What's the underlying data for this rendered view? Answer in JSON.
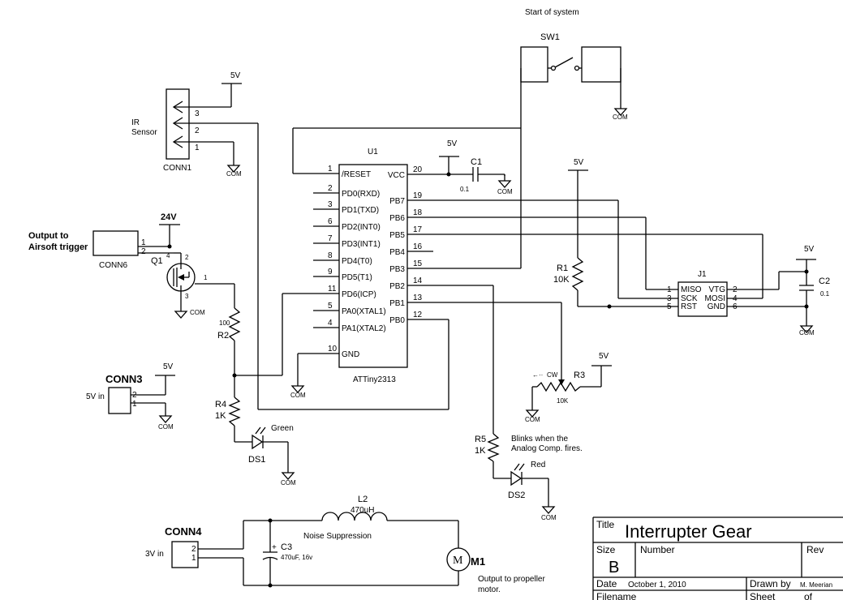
{
  "top_note": "Start of system",
  "sw1": {
    "ref": "SW1"
  },
  "ir": {
    "label1": "IR",
    "label2": "Sensor",
    "ref": "CONN1",
    "pins": [
      "3",
      "2",
      "1"
    ]
  },
  "power": {
    "v5": "5V",
    "v24": "24V",
    "com": "COM"
  },
  "u1": {
    "ref": "U1",
    "part": "ATTiny2313",
    "left_pins": [
      {
        "num": "1",
        "name": "/RESET"
      },
      {
        "num": "2",
        "name": "PD0(RXD)"
      },
      {
        "num": "3",
        "name": "PD1(TXD)"
      },
      {
        "num": "6",
        "name": "PD2(INT0)"
      },
      {
        "num": "7",
        "name": "PD3(INT1)"
      },
      {
        "num": "8",
        "name": "PD4(T0)"
      },
      {
        "num": "9",
        "name": "PD5(T1)"
      },
      {
        "num": "11",
        "name": "PD6(ICP)"
      },
      {
        "num": "5",
        "name": "PA0(XTAL1)"
      },
      {
        "num": "4",
        "name": "PA1(XTAL2)"
      },
      {
        "num": "10",
        "name": "GND"
      }
    ],
    "right_pins": [
      {
        "num": "20",
        "name": "VCC"
      },
      {
        "num": "19",
        "name": "PB7"
      },
      {
        "num": "18",
        "name": "PB6"
      },
      {
        "num": "17",
        "name": "PB5"
      },
      {
        "num": "16",
        "name": "PB4"
      },
      {
        "num": "15",
        "name": "PB3"
      },
      {
        "num": "14",
        "name": "PB2"
      },
      {
        "num": "13",
        "name": "PB1"
      },
      {
        "num": "12",
        "name": "PB0"
      }
    ]
  },
  "c1": {
    "ref": "C1",
    "value": "0.1"
  },
  "c2": {
    "ref": "C2",
    "value": "0.1"
  },
  "c3": {
    "ref": "C3",
    "value": "470uF, 16v",
    "plus": "+"
  },
  "r1": {
    "ref": "R1",
    "value": "10K"
  },
  "r2": {
    "ref": "R2",
    "value": "100"
  },
  "r3": {
    "ref": "R3",
    "value": "10K",
    "cw": "CW"
  },
  "r4": {
    "ref": "R4",
    "value": "1K"
  },
  "r5": {
    "ref": "R5",
    "value": "1K"
  },
  "j1": {
    "ref": "J1",
    "pins_l": [
      {
        "num": "1",
        "name": "MISO"
      },
      {
        "num": "3",
        "name": "SCK"
      },
      {
        "num": "5",
        "name": "RST"
      }
    ],
    "pins_r": [
      {
        "num": "2",
        "name": "VTG"
      },
      {
        "num": "4",
        "name": "MOSI"
      },
      {
        "num": "6",
        "name": "GND"
      }
    ]
  },
  "q1": {
    "ref": "Q1",
    "pins": [
      "4",
      "2",
      "1",
      "3"
    ]
  },
  "conn6": {
    "ref": "CONN6",
    "pins": [
      "1",
      "2"
    ],
    "label1": "Output to",
    "label2": "Airsoft trigger"
  },
  "conn3": {
    "ref": "CONN3",
    "label": "5V in",
    "pins": [
      "2",
      "1"
    ]
  },
  "conn4": {
    "ref": "CONN4",
    "label": "3V in",
    "pins": [
      "2",
      "1"
    ]
  },
  "ds1": {
    "ref": "DS1",
    "color": "Green"
  },
  "ds2": {
    "ref": "DS2",
    "color": "Red",
    "note1": "Blinks when the",
    "note2": "Analog Comp. fires."
  },
  "l2": {
    "ref": "L2",
    "value": "470uH",
    "note": "Noise Suppression"
  },
  "m1": {
    "ref": "M1",
    "symbol": "M",
    "note1": "Output to propeller",
    "note2": "motor."
  },
  "title_block": {
    "title_label": "Title",
    "title": "Interrupter Gear",
    "size_label": "Size",
    "size": "B",
    "number_label": "Number",
    "rev_label": "Rev",
    "date_label": "Date",
    "date": "October 1, 2010",
    "drawn_label": "Drawn by",
    "drawn": "M. Meerian",
    "filename_label": "Filename",
    "sheet_label": "Sheet",
    "of_label": "of"
  }
}
